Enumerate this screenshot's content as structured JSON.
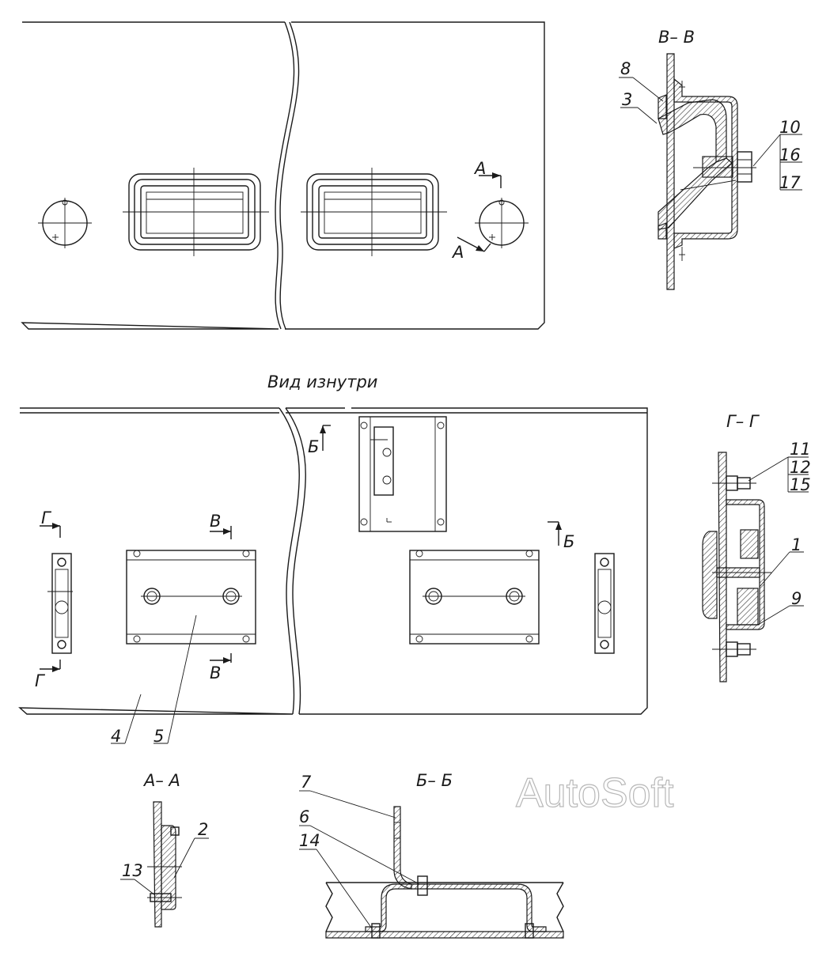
{
  "sections": {
    "bb_top": "В– В",
    "gg": "Г– Г",
    "aa": "А– А",
    "bb_bottom": "Б– Б",
    "view_inside": "Вид изнутри"
  },
  "section_marks": {
    "a": "А",
    "b": "Б",
    "v": "В",
    "g": "Г"
  },
  "callouts": [
    "1",
    "2",
    "3",
    "4",
    "5",
    "6",
    "7",
    "8",
    "9",
    "10",
    "11",
    "12",
    "13",
    "14",
    "15",
    "16",
    "17"
  ],
  "watermark": "AutoSoft"
}
